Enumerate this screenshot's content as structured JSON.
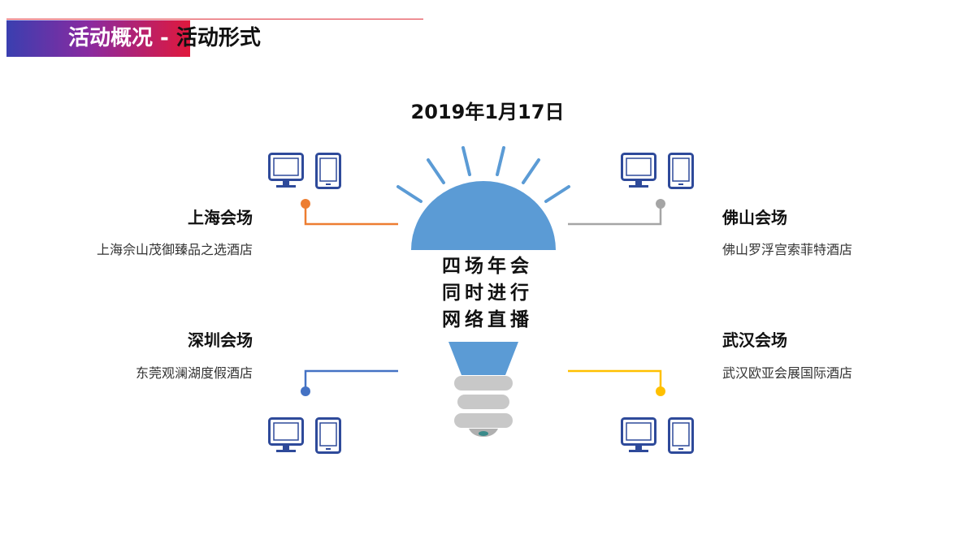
{
  "header": {
    "highlight": "活动概况 - ",
    "rest": "活动形式"
  },
  "date": "2019年1月17日",
  "center": {
    "lines": [
      "四场年会",
      "同时进行",
      "网络直播"
    ]
  },
  "venues": {
    "shanghai": {
      "name": "上海会场",
      "hotel": "上海佘山茂御臻品之选酒店",
      "color": "#ed7d31"
    },
    "foshan": {
      "name": "佛山会场",
      "hotel": "佛山罗浮宫索菲特酒店",
      "color": "#a5a5a5"
    },
    "shenzhen": {
      "name": "深圳会场",
      "hotel": "东莞观澜湖度假酒店",
      "color": "#4472c4"
    },
    "wuhan": {
      "name": "武汉会场",
      "hotel": "武汉欧亚会展国际酒店",
      "color": "#ffc000"
    }
  },
  "colors": {
    "bulb": "#5b9bd5",
    "device": "#2e4a9a",
    "base": "#c8c8c8"
  }
}
